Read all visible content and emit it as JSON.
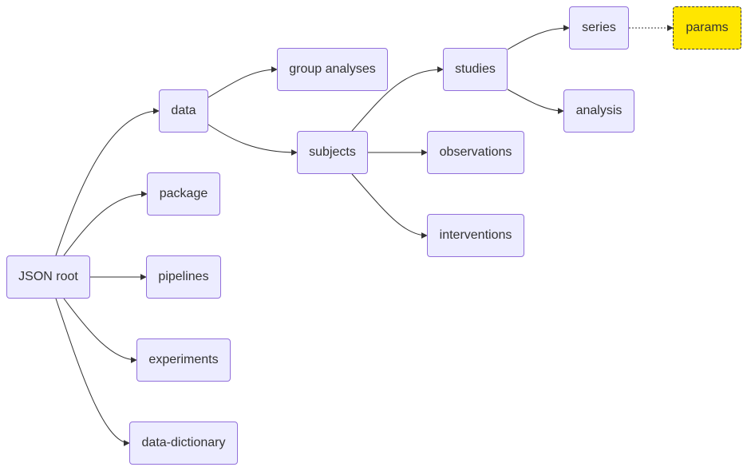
{
  "nodes": {
    "json_root": "JSON root",
    "data": "data",
    "package": "package",
    "pipelines": "pipelines",
    "experiments": "experiments",
    "data_dictionary": "data-dictionary",
    "group_analyses": "group analyses",
    "subjects": "subjects",
    "studies": "studies",
    "observations": "observations",
    "interventions": "interventions",
    "series": "series",
    "analysis": "analysis",
    "params": "params"
  },
  "edges": [
    {
      "from": "json_root",
      "to": "data"
    },
    {
      "from": "json_root",
      "to": "package"
    },
    {
      "from": "json_root",
      "to": "pipelines"
    },
    {
      "from": "json_root",
      "to": "experiments"
    },
    {
      "from": "json_root",
      "to": "data_dictionary"
    },
    {
      "from": "data",
      "to": "group_analyses"
    },
    {
      "from": "data",
      "to": "subjects"
    },
    {
      "from": "subjects",
      "to": "studies"
    },
    {
      "from": "subjects",
      "to": "observations"
    },
    {
      "from": "subjects",
      "to": "interventions"
    },
    {
      "from": "studies",
      "to": "series"
    },
    {
      "from": "studies",
      "to": "analysis"
    },
    {
      "from": "series",
      "to": "params",
      "style": "dotted"
    }
  ],
  "colors": {
    "node_fill": "#ECECFF",
    "node_border": "#9370DB",
    "highlight_fill": "#FFE600",
    "edge": "#333333"
  }
}
